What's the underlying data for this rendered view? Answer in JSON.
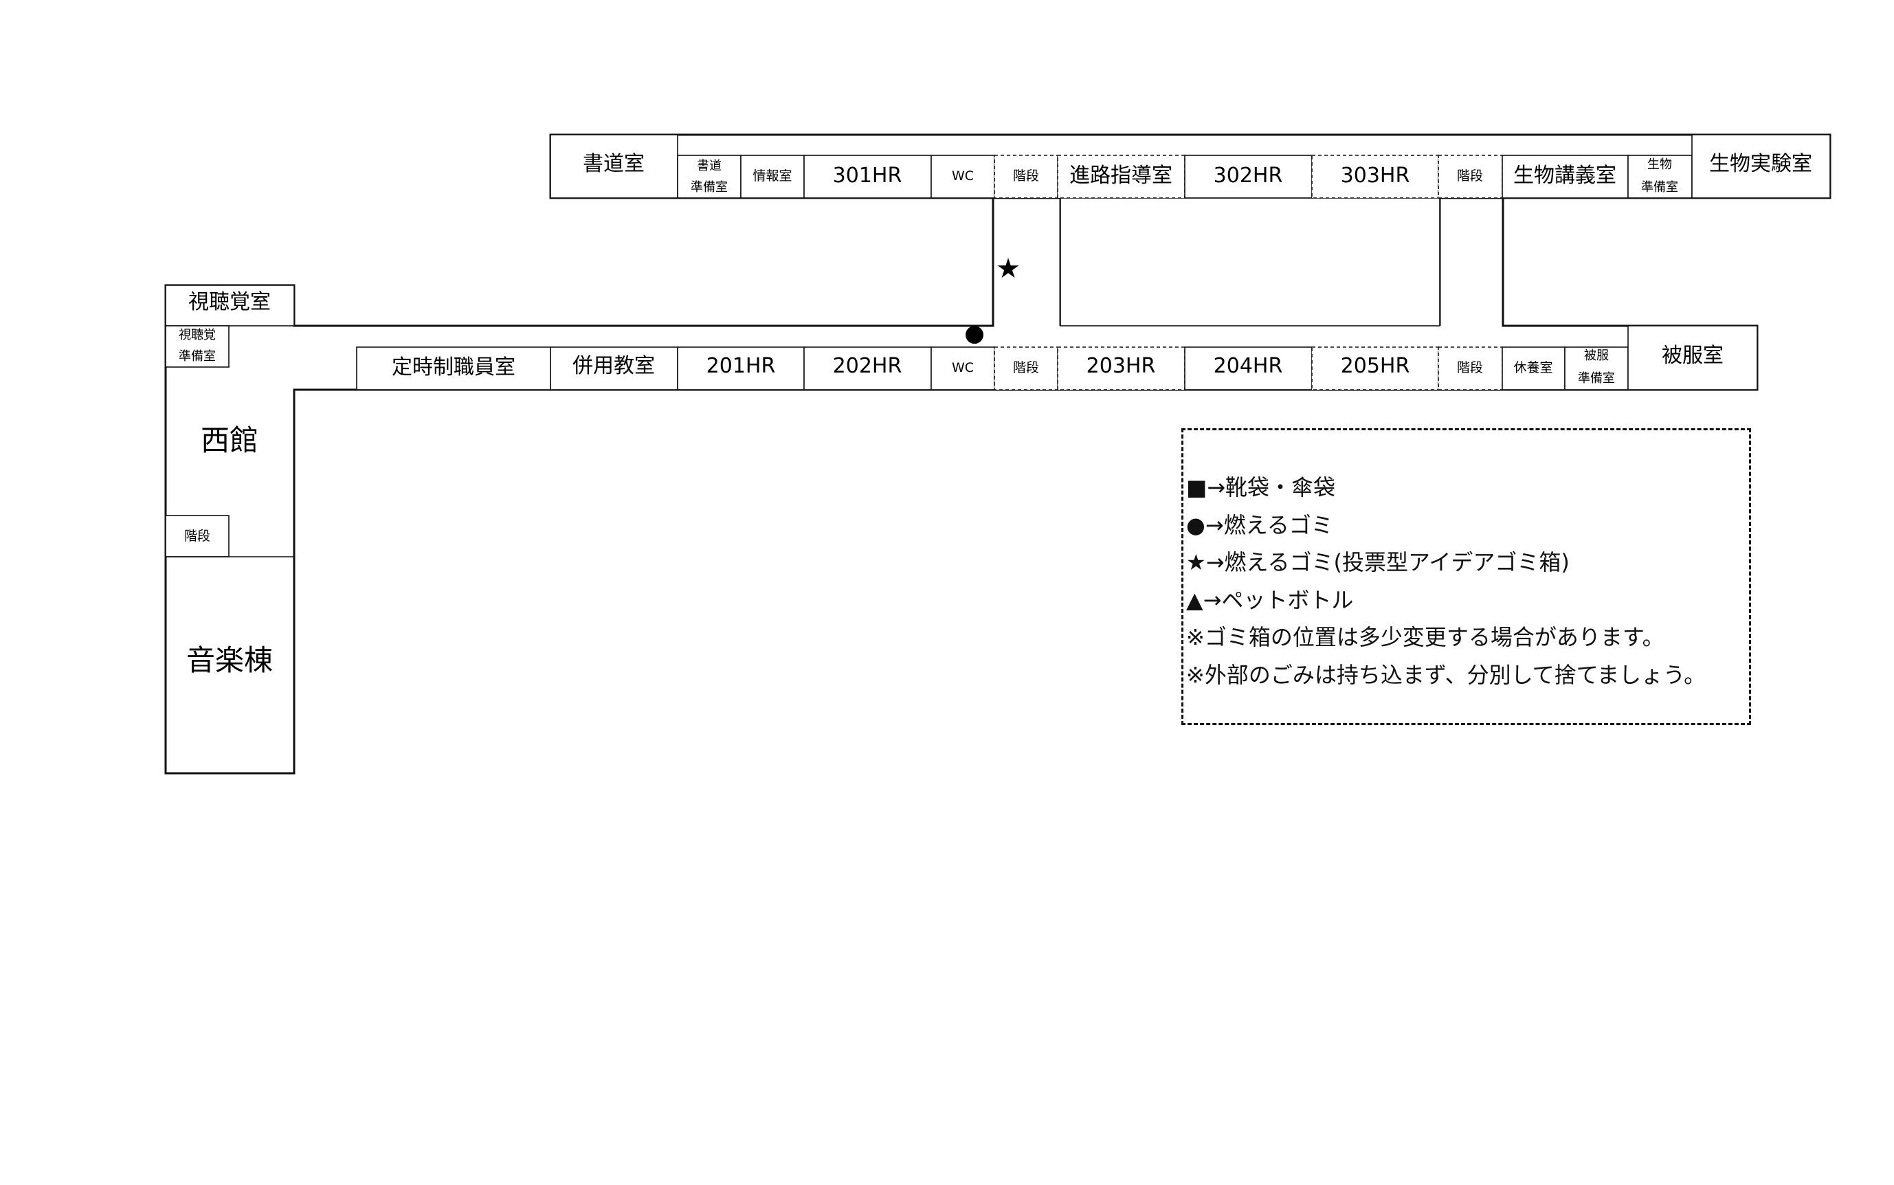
{
  "map": {
    "upper_wing": {
      "shodo": "書道室",
      "shodo_prep": [
        "書道",
        "準備室"
      ],
      "joho": "情報室",
      "hr301": "301HR",
      "wc": "WC",
      "stairs_left": "階段",
      "shinro": "進路指導室",
      "hr302": "302HR",
      "hr303": "303HR",
      "stairs_right": "階段",
      "seibutsu_kogi": "生物講義室",
      "seibutsu_prep": [
        "生物",
        "準備室"
      ],
      "seibutsu_jikken": "生物実験室"
    },
    "lower_wing": {
      "teiji": "定時制職員室",
      "heiyo": "併用教室",
      "hr201": "201HR",
      "hr202": "202HR",
      "wc": "WC",
      "stairs_left": "階段",
      "hr203": "203HR",
      "hr204": "204HR",
      "hr205": "205HR",
      "stairs_right": "階段",
      "kyuyo": "休養室",
      "hifuku_prep": [
        "被服",
        "準備室"
      ],
      "hifuku": "被服室"
    },
    "west": {
      "shichokaku": "視聴覚室",
      "shichokaku_prep": [
        "視聴覚",
        "準備室"
      ],
      "nishikan": "西館",
      "stairs": "階段",
      "ongaku": "音楽棟"
    },
    "markers": {
      "star": "★",
      "circle": "●"
    }
  },
  "legend": {
    "items": [
      "■→靴袋・傘袋",
      "●→燃えるゴミ",
      "★→燃えるゴミ(投票型アイデアゴミ箱)",
      "▲→ペットボトル",
      "※ゴミ箱の位置は多少変更する場合があります。",
      "※外部のごみは持ち込まず、分別して捨てましょう。"
    ]
  }
}
